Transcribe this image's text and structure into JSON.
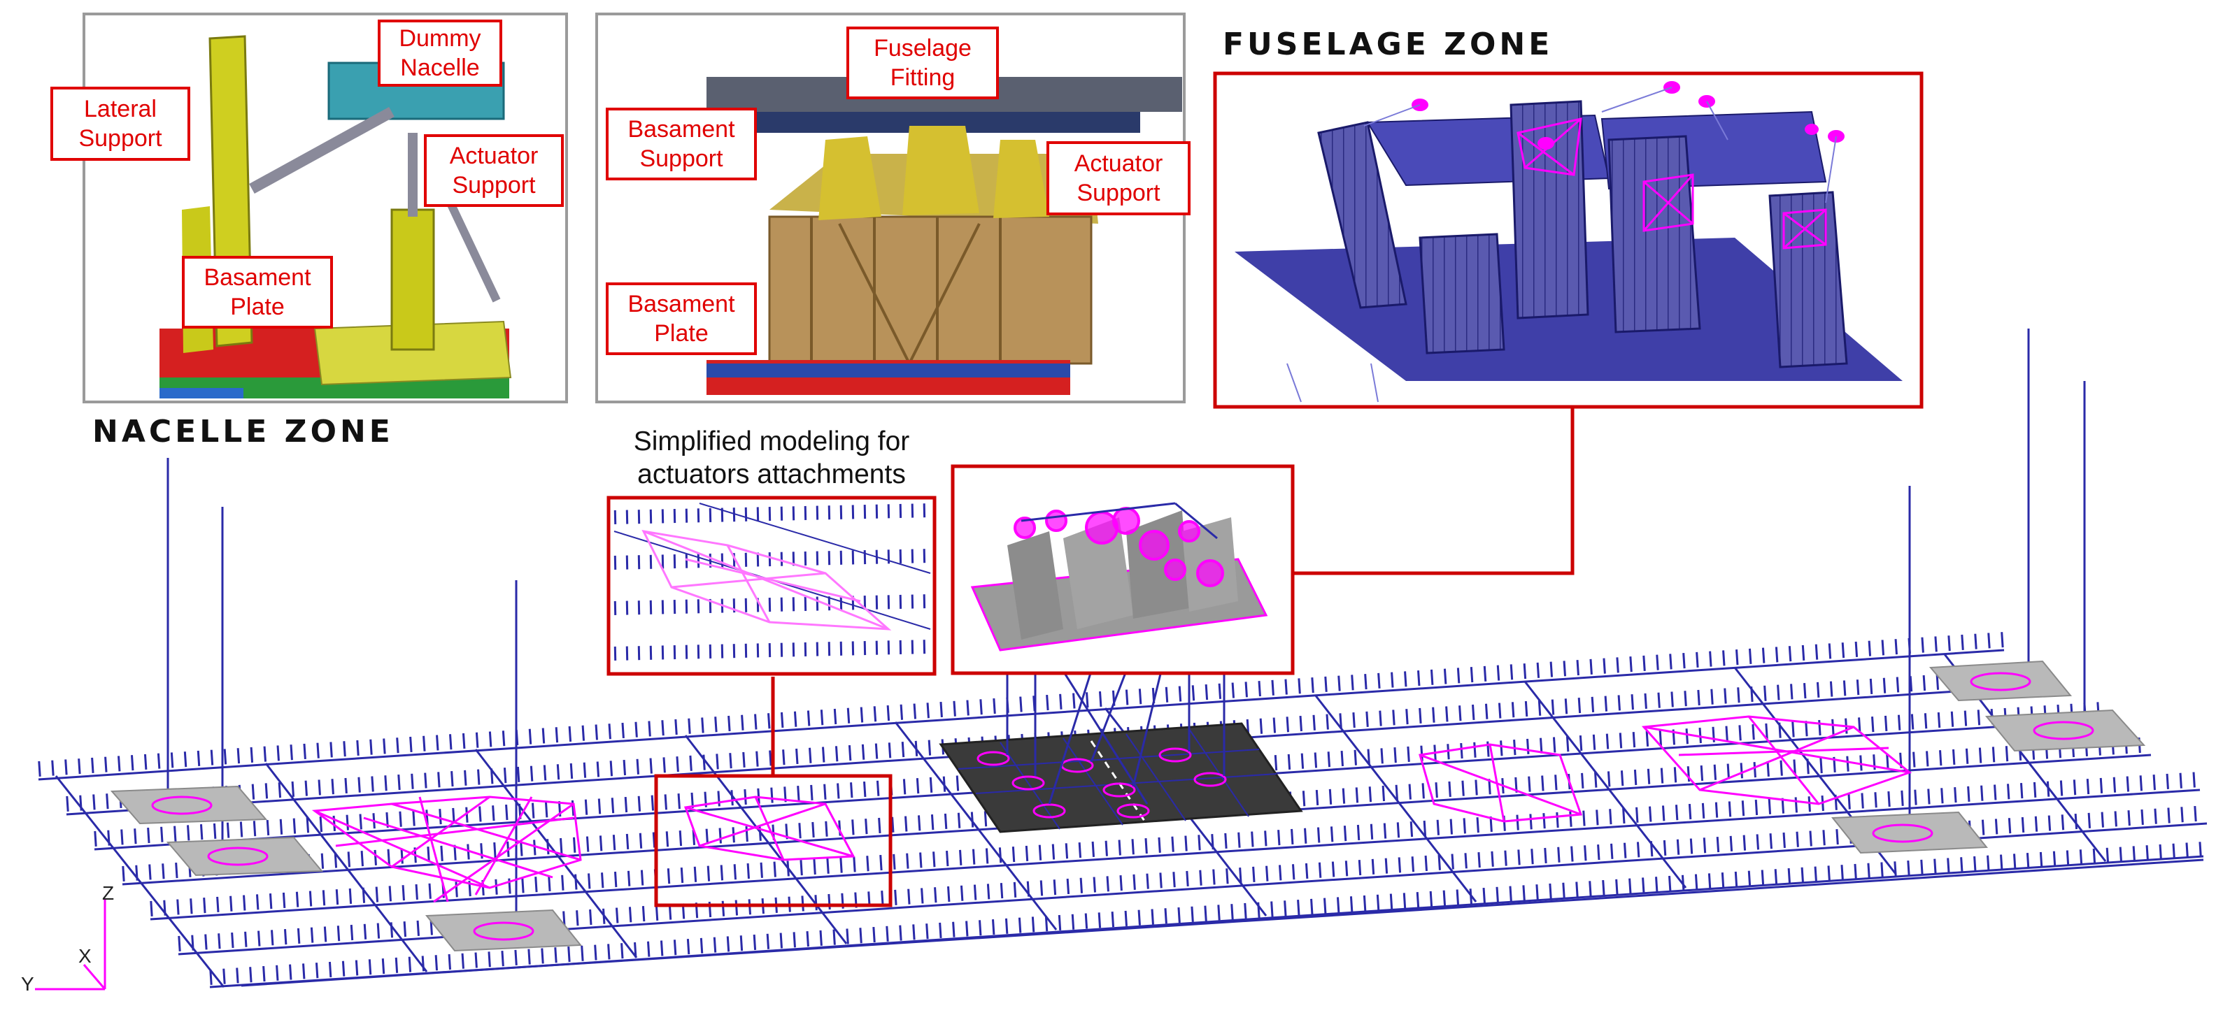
{
  "zones": {
    "nacelle_title": "NACELLE ZONE",
    "fuselage_title": "FUSELAGE ZONE"
  },
  "caption": {
    "line1": "Simplified modeling for",
    "line2": "actuators attachments"
  },
  "nacelle_callouts": {
    "dummy_nacelle": [
      "Dummy",
      "Nacelle"
    ],
    "lateral_support": [
      "Lateral",
      "Support"
    ],
    "actuator_support": [
      "Actuator",
      "Support"
    ],
    "basament_plate": [
      "Basament",
      "Plate"
    ]
  },
  "fuselage_callouts": {
    "fuselage_fitting": [
      "Fuselage",
      "Fitting"
    ],
    "basament_support": [
      "Basament",
      "Support"
    ],
    "actuator_support": [
      "Actuator",
      "Support"
    ],
    "basament_plate": [
      "Basament",
      "Plate"
    ]
  },
  "axes": {
    "z": "Z",
    "x": "X",
    "y": "Y"
  },
  "colors": {
    "mesh_blue": "#2a2aa8",
    "element_magenta": "#ff00ff",
    "callout_red": "#e00000",
    "plate_grey": "#b9b9b9"
  }
}
